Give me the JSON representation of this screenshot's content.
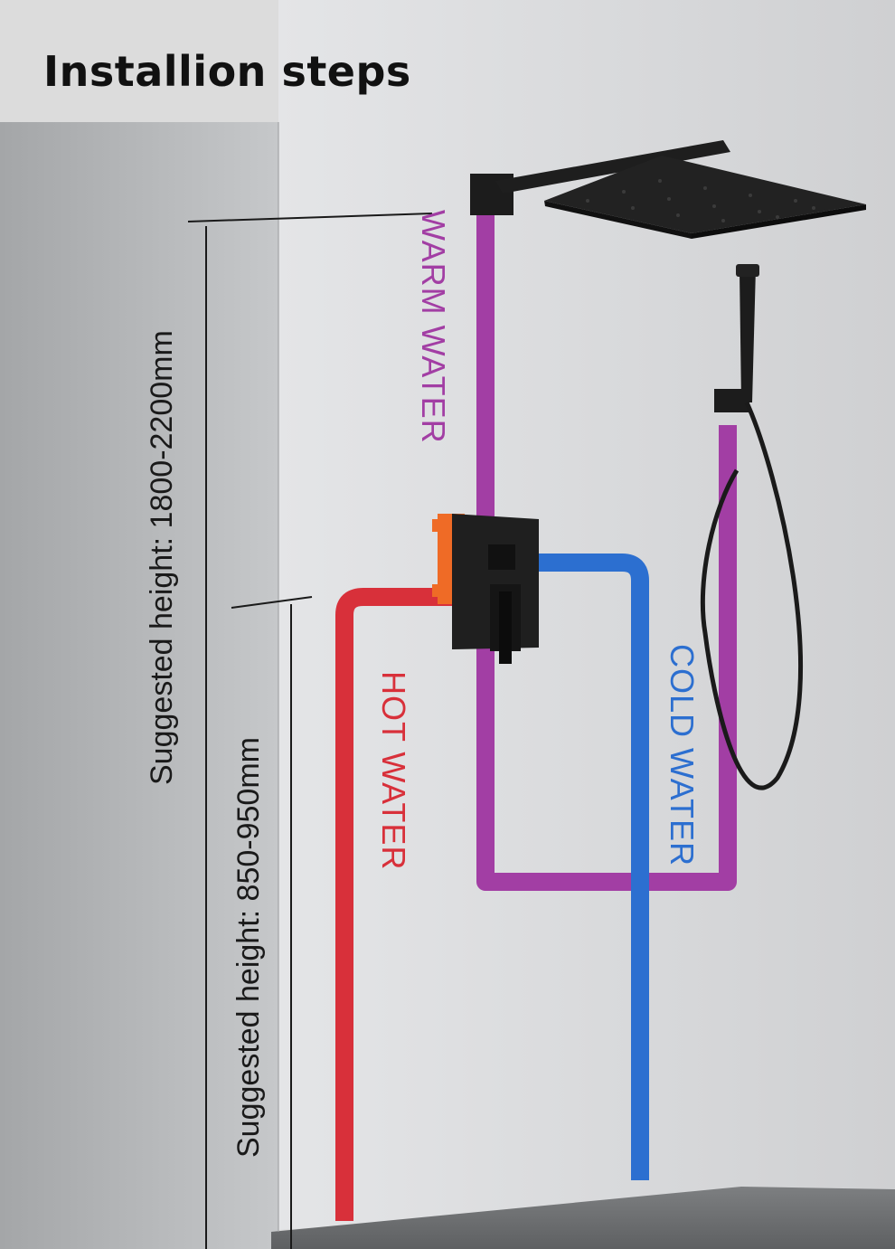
{
  "title": "Installion steps",
  "heights": {
    "upper": "Suggested height: 1800-2200mm",
    "lower": "Suggested height: 850-950mm"
  },
  "pipes": {
    "warm": {
      "label": "WARM WATER",
      "color": "#a23ea4"
    },
    "hot": {
      "label": "HOT WATER",
      "color": "#d8303a"
    },
    "cold": {
      "label": "COLD WATER",
      "color": "#2c6fd0"
    }
  },
  "colors": {
    "wall_left": "#a9abad",
    "wall_right": "#e2e3e5",
    "floor": "#6f7173",
    "fixture": "#1c1c1c",
    "valve_orange": "#ef6b26"
  }
}
